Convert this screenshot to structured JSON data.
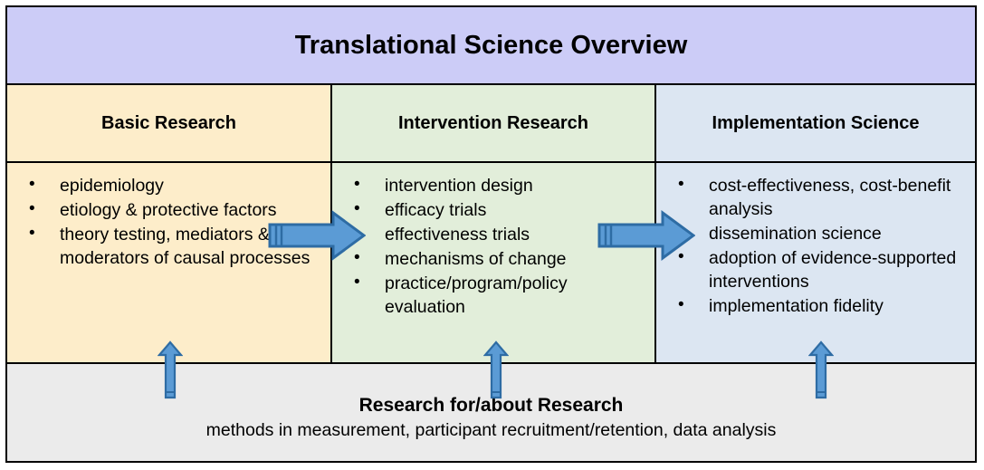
{
  "figure": {
    "title": "Translational Science Overview",
    "colors": {
      "title_band": "#ccccf7",
      "column_1": "#fdedca",
      "column_2": "#e2eeda",
      "column_3": "#dce6f2",
      "footer_band": "#ebebeb",
      "arrow_fill": "#5b9bd5",
      "arrow_stroke": "#2e6ca4",
      "border": "#000000"
    }
  },
  "columns": [
    {
      "header": "Basic Research",
      "items": [
        "epidemiology",
        "etiology & protective factors",
        "theory testing, mediators & moderators of causal processes"
      ]
    },
    {
      "header": "Intervention Research",
      "items": [
        "intervention design",
        "efficacy trials",
        "effectiveness trials",
        "mechanisms of change",
        "practice/program/policy evaluation"
      ]
    },
    {
      "header": "Implementation Science",
      "items": [
        "cost-effectiveness, cost-benefit analysis",
        "dissemination science",
        "adoption of evidence-supported interventions",
        "implementation fidelity"
      ]
    }
  ],
  "footer": {
    "title": "Research for/about Research",
    "subtitle": "methods in measurement, participant recruitment/retention, data analysis"
  },
  "arrows": {
    "horizontal": [
      {
        "name": "basic-to-intervention",
        "direction": "right"
      },
      {
        "name": "intervention-to-implementation",
        "direction": "right"
      }
    ],
    "vertical": [
      {
        "name": "footer-to-basic",
        "direction": "up"
      },
      {
        "name": "footer-to-intervention",
        "direction": "up"
      },
      {
        "name": "footer-to-implementation",
        "direction": "up"
      }
    ]
  }
}
